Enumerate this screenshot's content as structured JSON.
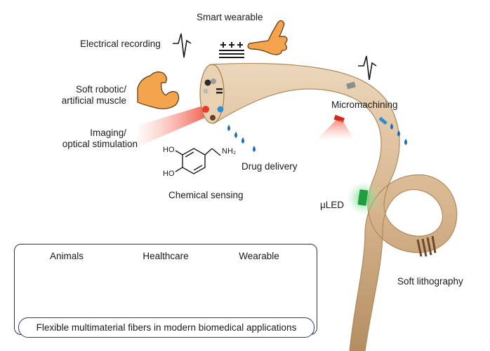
{
  "labels": {
    "smart_wearable": "Smart wearable",
    "electrical_recording": "Electrical recording",
    "soft_robotic_line1": "Soft robotic/",
    "soft_robotic_line2": "artificial muscle",
    "imaging_line1": "Imaging/",
    "imaging_line2": "optical stimulation",
    "drug_delivery": "Drug delivery",
    "chemical_sensing": "Chemical sensing",
    "micromachining": "Micromachining",
    "mu_led": "μLED",
    "soft_lithography": "Soft lithography"
  },
  "molecule": {
    "ho_top": "HO",
    "ho_bottom": "HO",
    "nh2": "NH₂"
  },
  "applications": {
    "categories": [
      "Animals",
      "Healthcare",
      "Wearable"
    ],
    "caption": "Flexible multimaterial fibers in modern biomedical applications"
  },
  "colors": {
    "fiber": "#d8b892",
    "fiber_edge": "#b08a5e",
    "led": "#1e9e3e",
    "red_channel": "#e8392b",
    "blue_channel": "#2a8fd6",
    "drop": "#1f6fb5",
    "shirt": "#2fa043",
    "caption_border": "#2f3a75"
  }
}
